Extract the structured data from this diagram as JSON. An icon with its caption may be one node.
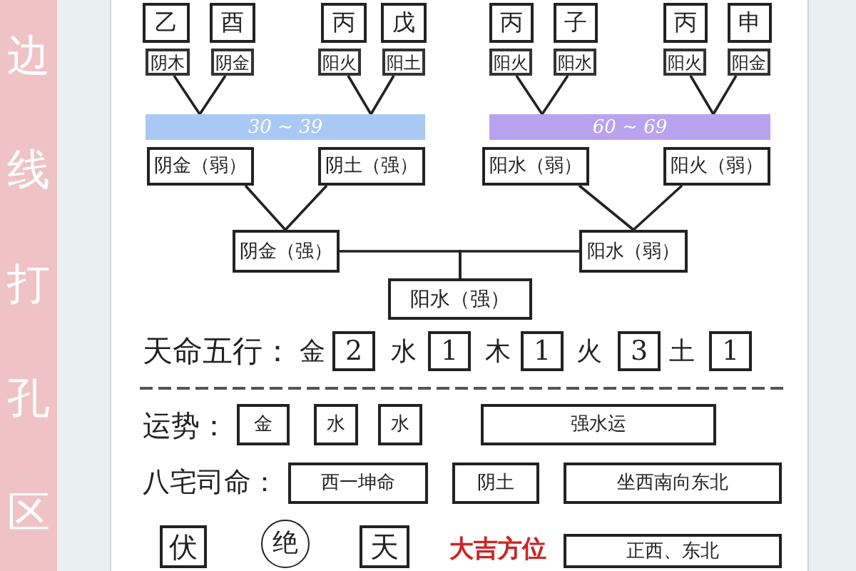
{
  "diagram": {
    "nodes": [
      {
        "text": [
          "乙"
        ]
      },
      {
        "text": [
          "酉"
        ]
      },
      {
        "text": [
          "丙"
        ]
      },
      {
        "text": [
          "戊"
        ]
      },
      {
        "text": [
          "丙"
        ]
      },
      {
        "text": [
          "子"
        ]
      },
      {
        "text": [
          "丙"
        ]
      },
      {
        "text": [
          "申"
        ]
      },
      {
        "text": [
          "阴木"
        ]
      },
      {
        "text": [
          "阴金"
        ]
      },
      {
        "text": [
          "阳火"
        ]
      },
      {
        "text": [
          "阳土"
        ]
      },
      {
        "text": [
          "阳火"
        ]
      },
      {
        "text": [
          "阳水"
        ]
      },
      {
        "text": [
          "阳火"
        ]
      },
      {
        "text": [
          "阳金"
        ]
      },
      {
        "text": [
          "30 ~ 39"
        ]
      },
      {
        "text": [
          "60 ~ 69"
        ]
      },
      {
        "text": [
          "阴金（弱）"
        ]
      },
      {
        "text": [
          "阴土（强）"
        ]
      },
      {
        "text": [
          "阳水（弱）"
        ]
      },
      {
        "text": [
          "阳火（弱）"
        ]
      },
      {
        "text": [
          "阴金（强）"
        ]
      },
      {
        "text": [
          "阳水（弱）"
        ]
      },
      {
        "text": [
          "阳水（强）"
        ]
      },
      {
        "text": [
          "2"
        ]
      },
      {
        "text": [
          "1"
        ]
      },
      {
        "text": [
          "1"
        ]
      },
      {
        "text": [
          "3"
        ]
      },
      {
        "text": [
          "1"
        ]
      },
      {
        "text": [
          "金"
        ]
      },
      {
        "text": [
          "水"
        ]
      },
      {
        "text": [
          "水"
        ]
      },
      {
        "text": [
          "强水运"
        ]
      },
      {
        "text": [
          "西一坤命"
        ]
      },
      {
        "text": [
          "阴土"
        ]
      },
      {
        "text": [
          "坐西南向东北"
        ]
      },
      {
        "text": [
          "伏"
        ]
      },
      {
        "text": [
          "绝"
        ]
      },
      {
        "text": [
          "天"
        ]
      },
      {
        "text": [
          "正西、东北"
        ]
      }
    ],
    "edges": [
      {
        "from": 8,
        "to": 16,
        "arrow": "none"
      },
      {
        "from": 9,
        "to": 16,
        "arrow": "none"
      },
      {
        "from": 10,
        "to": 16,
        "arrow": "none"
      },
      {
        "from": 11,
        "to": 16,
        "arrow": "none"
      },
      {
        "from": 12,
        "to": 17,
        "arrow": "none"
      },
      {
        "from": 13,
        "to": 17,
        "arrow": "none"
      },
      {
        "from": 14,
        "to": 17,
        "arrow": "none"
      },
      {
        "from": 15,
        "to": 17,
        "arrow": "none"
      },
      {
        "from": 18,
        "to": 22,
        "arrow": "none"
      },
      {
        "from": 19,
        "to": 22,
        "arrow": "none"
      },
      {
        "from": 20,
        "to": 23,
        "arrow": "none"
      },
      {
        "from": 21,
        "to": 23,
        "arrow": "none"
      },
      {
        "from": 22,
        "to": 24,
        "arrow": "none"
      },
      {
        "from": 23,
        "to": 24,
        "arrow": "none"
      }
    ],
    "labels": [
      "边线打孔区",
      "天命五行：",
      "金",
      "水",
      "木",
      "火",
      "土",
      "运势：",
      "八宅司命：",
      "大吉方位"
    ]
  }
}
